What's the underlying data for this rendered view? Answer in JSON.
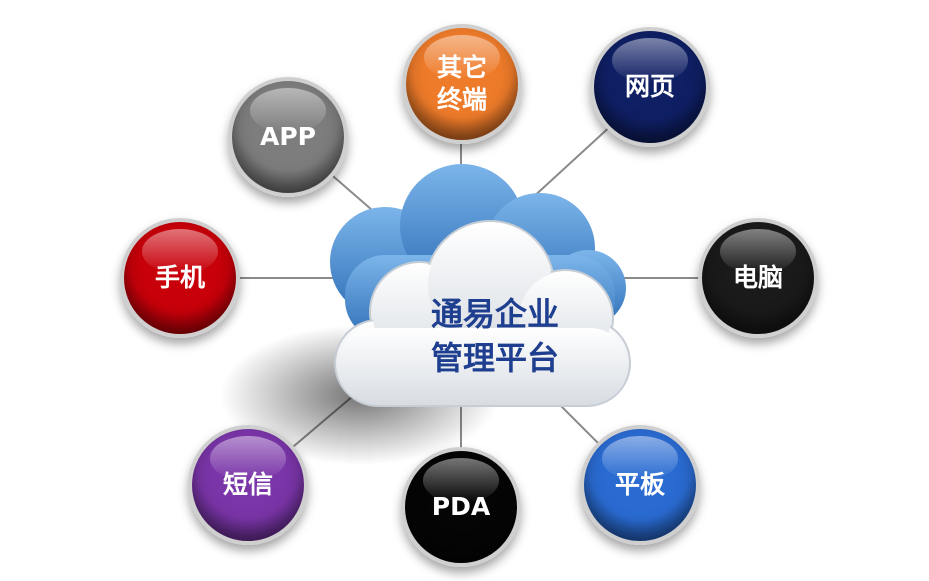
{
  "center": {
    "label": "通易企业\n管理平台"
  },
  "nodes": [
    {
      "id": "app",
      "label": "APP",
      "color": "#7d7d7d"
    },
    {
      "id": "other",
      "label": "其它\n终端",
      "color": "#ee7b2a"
    },
    {
      "id": "web",
      "label": "网页",
      "color": "#0f1f64"
    },
    {
      "id": "mobile",
      "label": "手机",
      "color": "#c8000a"
    },
    {
      "id": "pc",
      "label": "电脑",
      "color": "#1a1a1a"
    },
    {
      "id": "sms",
      "label": "短信",
      "color": "#7a35a8"
    },
    {
      "id": "pda",
      "label": "PDA",
      "color": "#050505"
    },
    {
      "id": "tablet",
      "label": "平板",
      "color": "#2a6bd2"
    }
  ],
  "colors": {
    "cloud_back": "#3f86cf",
    "cloud_front": "#f4f6f8",
    "line": "#8a8a8a"
  }
}
